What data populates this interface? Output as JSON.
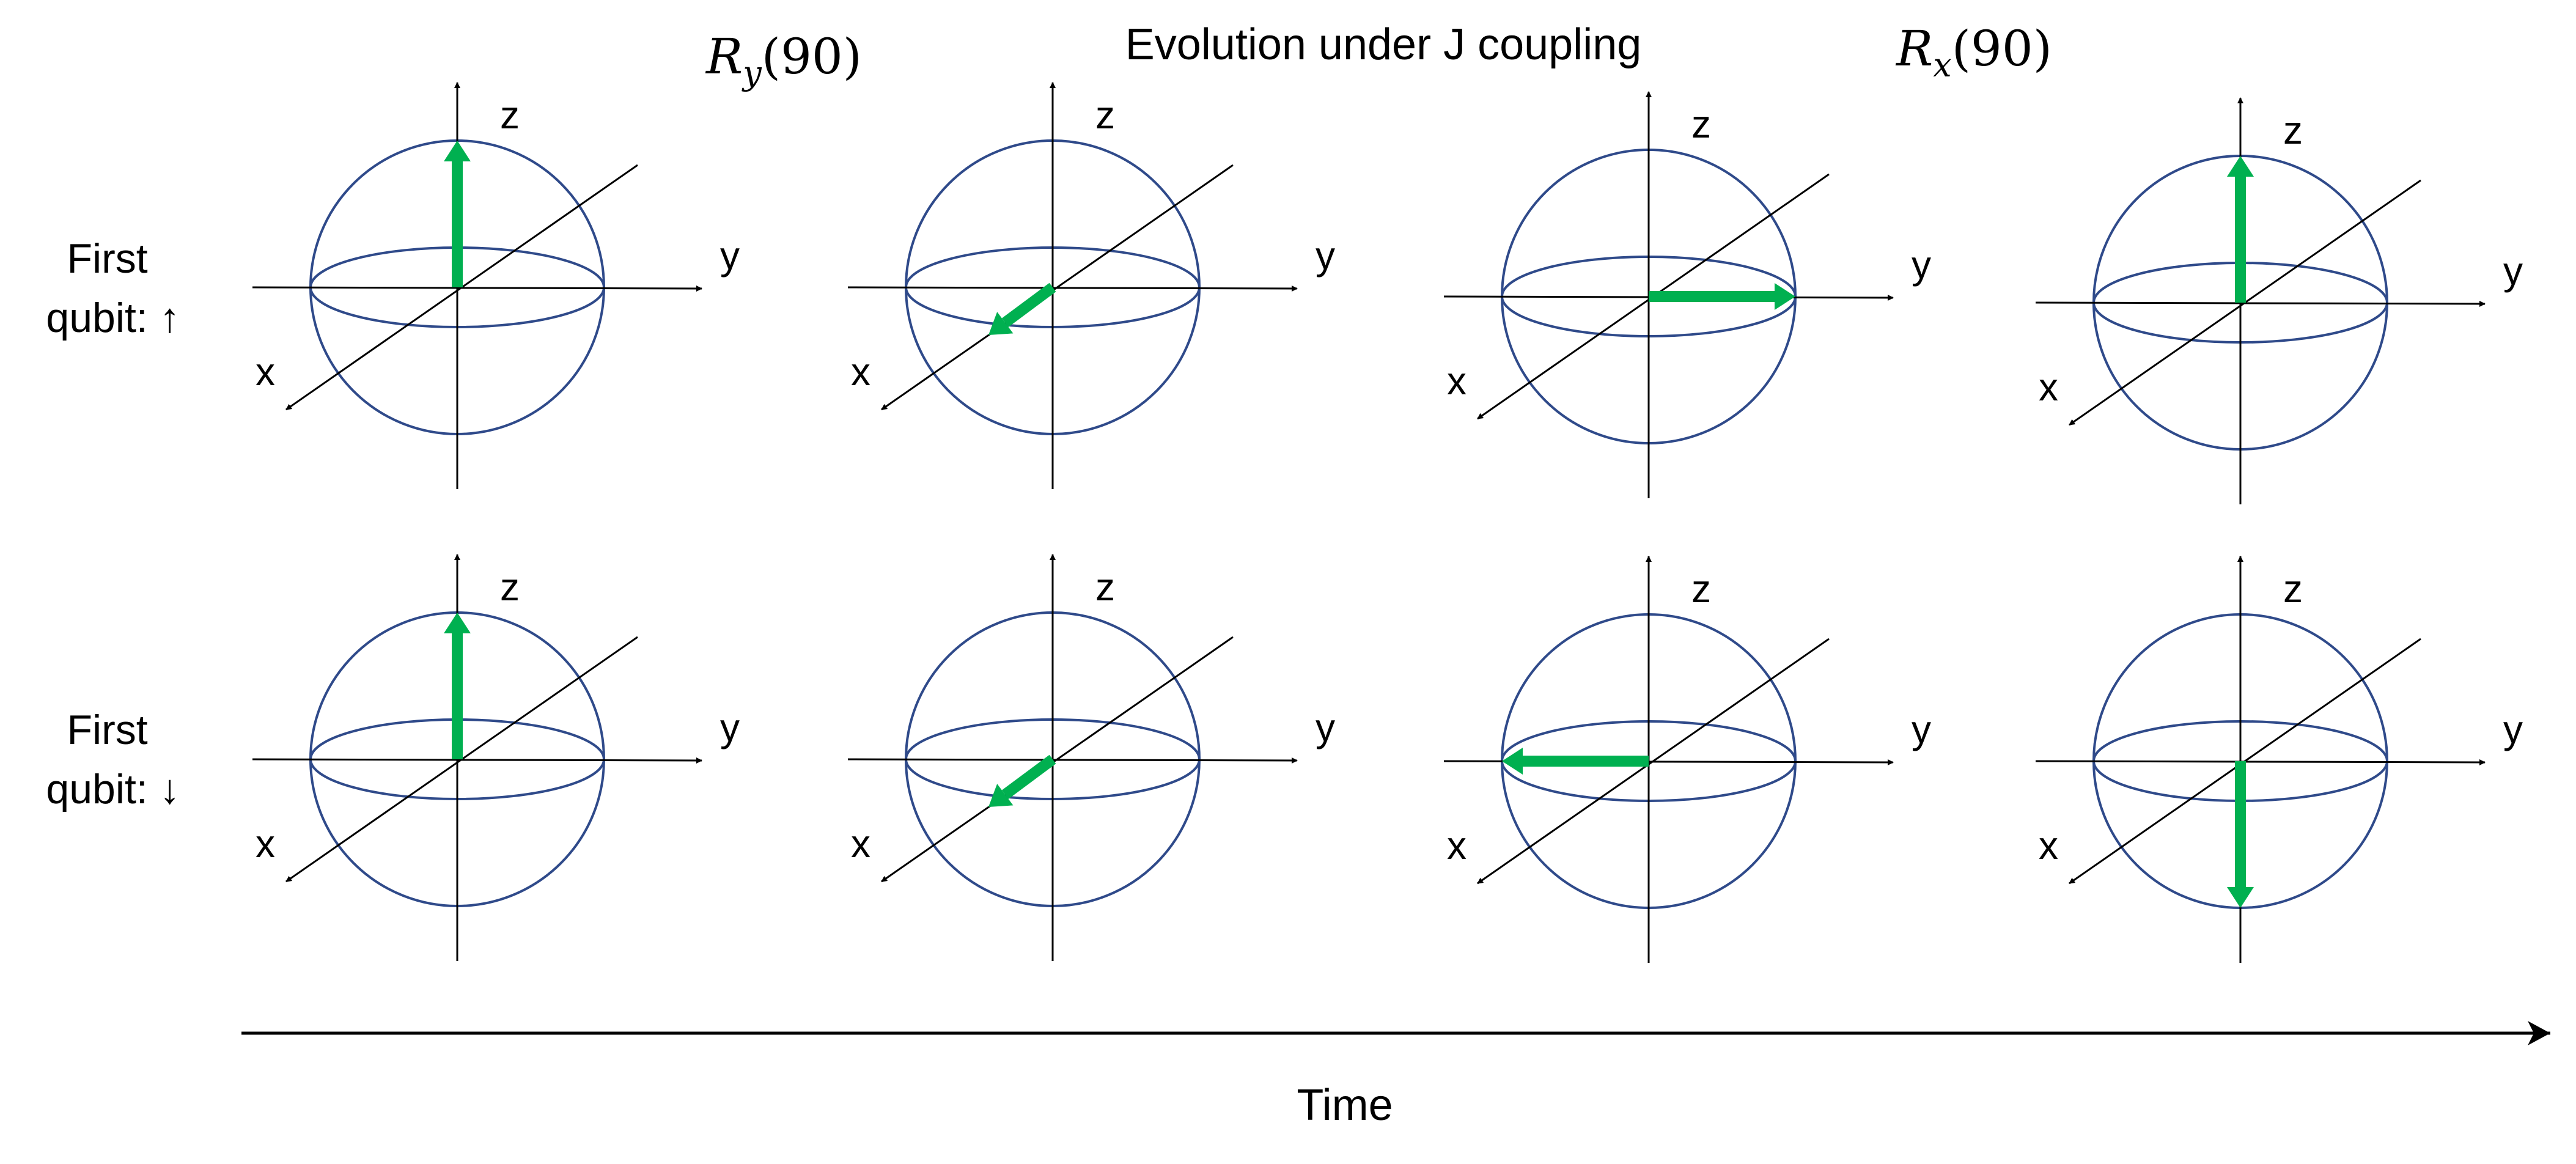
{
  "title": "Evolution under J coupling",
  "steps": [
    {
      "label_main": "R",
      "label_sub": "y",
      "label_arg": "(90)"
    },
    {
      "label_main": "R",
      "label_sub": "x",
      "label_arg": "(90)"
    }
  ],
  "rows": [
    {
      "label_line1": "First",
      "label_line2": "qubit: ↑",
      "vectors": [
        "+z",
        "+x",
        "+y",
        "+z"
      ]
    },
    {
      "label_line1": "First",
      "label_line2": "qubit: ↓",
      "vectors": [
        "+z",
        "+x",
        "-y",
        "-z"
      ]
    }
  ],
  "axes": {
    "x": "x",
    "y": "y",
    "z": "z"
  },
  "time_label": "Time",
  "colors": {
    "sphere": "#2F4A8A",
    "vector": "#00B050",
    "axis": "#000000"
  }
}
